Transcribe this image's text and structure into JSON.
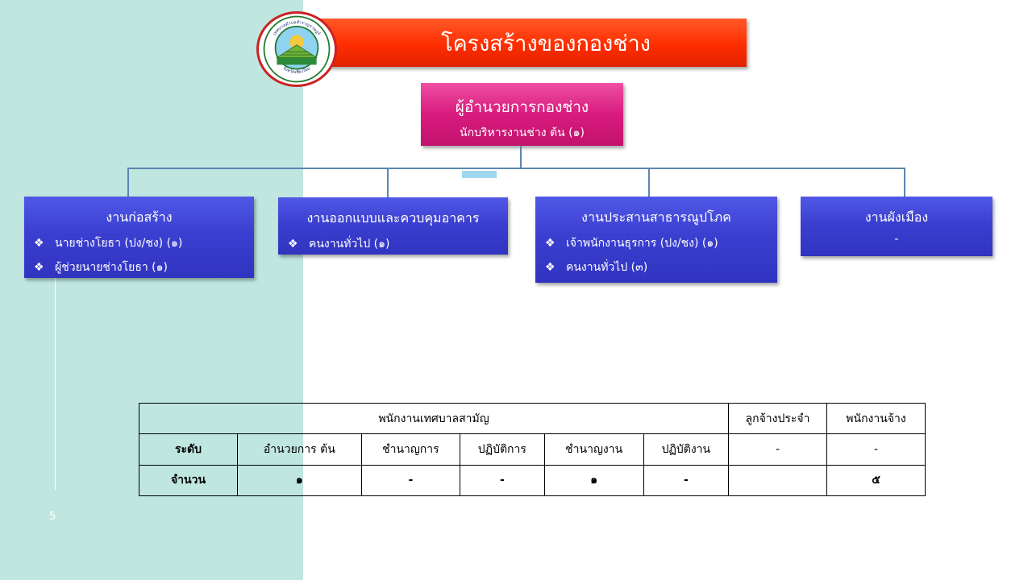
{
  "page_title": "โครงสร้างของกองช่าง",
  "page_number": "5",
  "logo": {
    "top_text": "เทศบาลตำบลสำราญราษฎร์",
    "bottom_text": "จังหวัดเชียงใหม่"
  },
  "director": {
    "title": "ผู้อำนวยการกองช่าง",
    "subtitle": "นักบริหารงานช่าง ต้น (๑)"
  },
  "units": [
    {
      "title": "งานก่อสร้าง",
      "items": [
        "นายช่างโยธา (ปง/ชง) (๑)",
        "ผู้ช่วยนายช่างโยธา (๑)"
      ]
    },
    {
      "title": "งานออกแบบและควบคุมอาคาร",
      "items": [
        "คนงานทั่วไป (๑)"
      ]
    },
    {
      "title": "งานประสานสาธารณูปโภค",
      "items": [
        "เจ้าพนักงานธุรการ (ปง/ชง) (๑)",
        "คนงานทั่วไป (๓)"
      ]
    },
    {
      "title": "งานผังเมือง",
      "dash": "-"
    }
  ],
  "table": {
    "header_civil": "พนักงานเทศบาลสามัญ",
    "header_permanent": "ลูกจ้างประจำ",
    "header_contract": "พนักงานจ้าง",
    "level_label": "ระดับ",
    "levels": [
      "อำนวยการ ต้น",
      "ชำนาญการ",
      "ปฏิบัติการ",
      "ชำนาญงาน",
      "ปฏิบัติงาน",
      "-",
      "-"
    ],
    "count_label": "จำนวน",
    "counts": [
      "๑",
      "-",
      "-",
      "๑",
      "-",
      "",
      "๕"
    ]
  }
}
